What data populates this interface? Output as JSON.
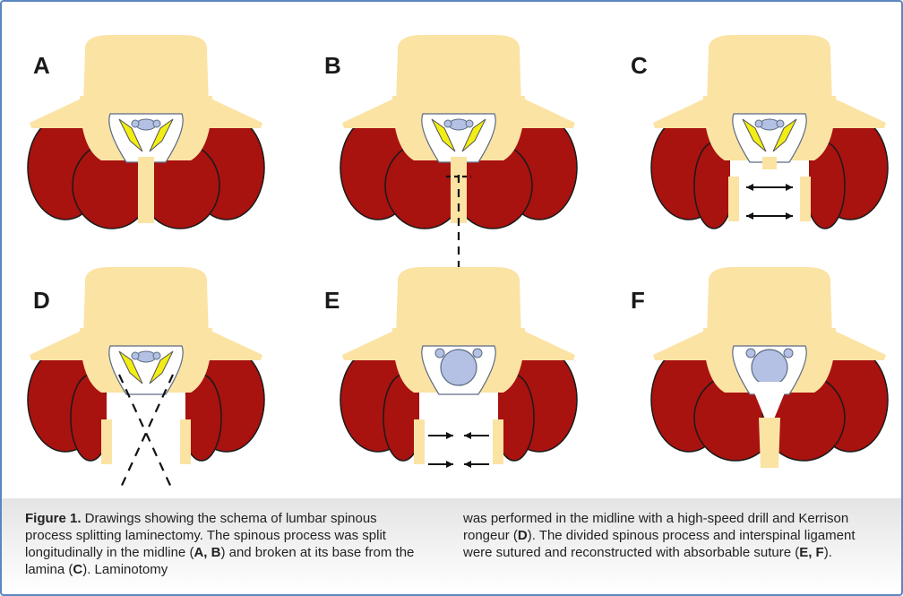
{
  "panels": [
    {
      "id": "A",
      "label": "A"
    },
    {
      "id": "B",
      "label": "B"
    },
    {
      "id": "C",
      "label": "C"
    },
    {
      "id": "D",
      "label": "D"
    },
    {
      "id": "E",
      "label": "E"
    },
    {
      "id": "F",
      "label": "F"
    }
  ],
  "colors": {
    "border": "#5b86c0",
    "bone": "#fbe3a4",
    "muscle": "#a8120f",
    "ligament": "#f2ee14",
    "dura": "#b4c1e4",
    "outline": "#5c6b82",
    "caption_bg": "#e4e4e4"
  },
  "caption": {
    "label": "Figure 1.",
    "col1": [
      {
        "t": " Drawings showing the schema of lumbar spinous process splitting laminectomy. The spinous process was split longitudinally in the midline ("
      },
      {
        "t": "A, B",
        "b": true
      },
      {
        "t": ") and broken at its base from the lamina ("
      },
      {
        "t": "C",
        "b": true
      },
      {
        "t": "). Laminotomy"
      }
    ],
    "col2": [
      {
        "t": "was performed in the midline with a high-speed drill and Kerrison rongeur ("
      },
      {
        "t": "D",
        "b": true
      },
      {
        "t": "). The divided spinous process and interspinal ligament were sutured and reconstructed with absorbable suture ("
      },
      {
        "t": "E, F",
        "b": true
      },
      {
        "t": ")."
      }
    ]
  }
}
